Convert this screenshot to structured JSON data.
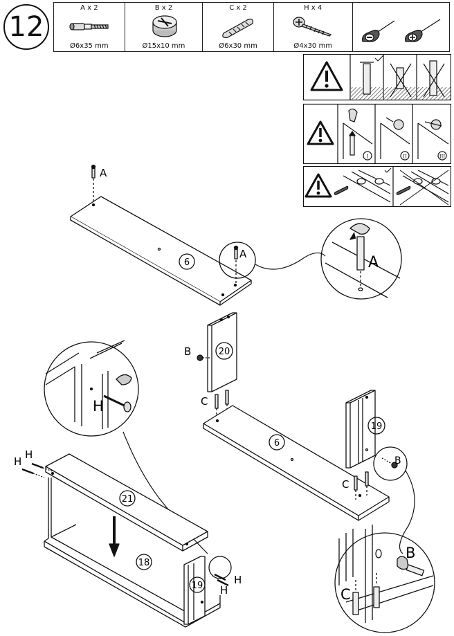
{
  "step": {
    "number": "12"
  },
  "hardware": [
    {
      "letter": "A",
      "qty_label": "A x 2",
      "dimension": "Ø6x35 mm",
      "icon": "cam-bolt-icon"
    },
    {
      "letter": "B",
      "qty_label": "B x 2",
      "dimension": "Ø15x10 mm",
      "icon": "cam-lock-icon"
    },
    {
      "letter": "C",
      "qty_label": "C x 2",
      "dimension": "Ø6x30 mm",
      "icon": "wood-dowel-icon"
    },
    {
      "letter": "H",
      "qty_label": "H x 4",
      "dimension": "Ø4x30 mm",
      "icon": "screw-icon"
    }
  ],
  "tools": [
    "flat-screwdriver-icon",
    "phillips-screwdriver-icon"
  ],
  "warnings": {
    "cam_positions": [
      "I",
      "II",
      "III"
    ]
  },
  "parts": {
    "top_shelf": "6",
    "side_panel_left": "20",
    "bottom_shelf": "6",
    "side_panel_right": "19",
    "top_panel": "21",
    "back_panel": "18",
    "side_panel_front": "19"
  },
  "callouts": {
    "a_top": "A",
    "a_circle": "A",
    "a_zoom": "A",
    "b_left": "B",
    "c_left": "C",
    "c_right": "C",
    "b_right": "B",
    "b_zoom": "B",
    "c_zoom": "C",
    "h_zoom": "H",
    "h1": "H",
    "h2": "H",
    "h3": "H",
    "h4": "H"
  }
}
